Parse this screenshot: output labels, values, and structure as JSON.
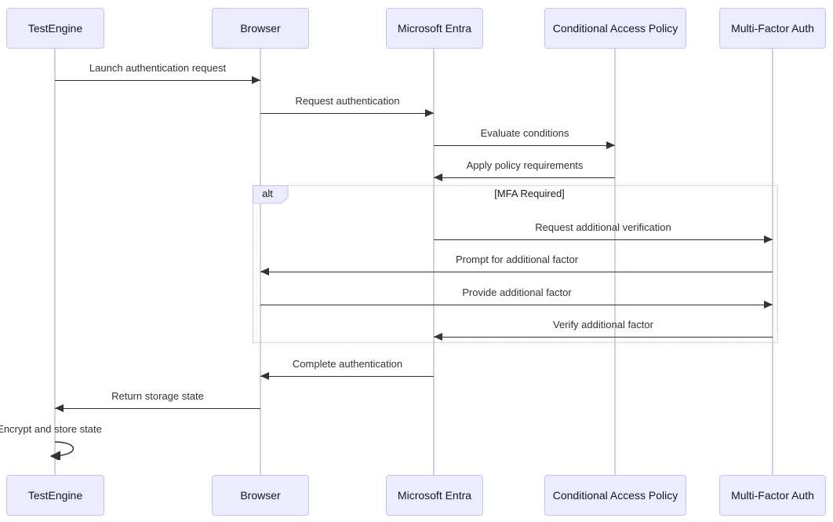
{
  "diagram_type": "sequence",
  "actors": [
    {
      "label": "TestEngine"
    },
    {
      "label": "Browser"
    },
    {
      "label": "Microsoft Entra"
    },
    {
      "label": "Conditional Access Policy"
    },
    {
      "label": "Multi-Factor Auth"
    }
  ],
  "messages": [
    {
      "label": "Launch authentication request",
      "from": "TestEngine",
      "to": "Browser",
      "direction": "right"
    },
    {
      "label": "Request authentication",
      "from": "Browser",
      "to": "Microsoft Entra",
      "direction": "right"
    },
    {
      "label": "Evaluate conditions",
      "from": "Microsoft Entra",
      "to": "Conditional Access Policy",
      "direction": "right"
    },
    {
      "label": "Apply policy requirements",
      "from": "Conditional Access Policy",
      "to": "Microsoft Entra",
      "direction": "left"
    },
    {
      "label": "Request additional verification",
      "from": "Microsoft Entra",
      "to": "Multi-Factor Auth",
      "direction": "right"
    },
    {
      "label": "Prompt for additional factor",
      "from": "Multi-Factor Auth",
      "to": "Browser",
      "direction": "left"
    },
    {
      "label": "Provide additional factor",
      "from": "Browser",
      "to": "Multi-Factor Auth",
      "direction": "right"
    },
    {
      "label": "Verify additional factor",
      "from": "Multi-Factor Auth",
      "to": "Microsoft Entra",
      "direction": "left"
    },
    {
      "label": "Complete authentication",
      "from": "Microsoft Entra",
      "to": "Browser",
      "direction": "left"
    },
    {
      "label": "Return storage state",
      "from": "Browser",
      "to": "TestEngine",
      "direction": "left"
    },
    {
      "label": "Encrypt and store state",
      "from": "TestEngine",
      "to": "TestEngine",
      "direction": "self"
    }
  ],
  "fragment": {
    "operator": "alt",
    "condition": "[MFA Required]"
  },
  "colors": {
    "background": "#ffffff",
    "actor_fill": "#ECECFF",
    "actor_border": "#c7c5f0",
    "lifeline": "#d5cdea",
    "fragment_border": "#b8b2e0",
    "arrow": "#333333",
    "message_text": "#333333",
    "actor_text": "#14141e"
  }
}
